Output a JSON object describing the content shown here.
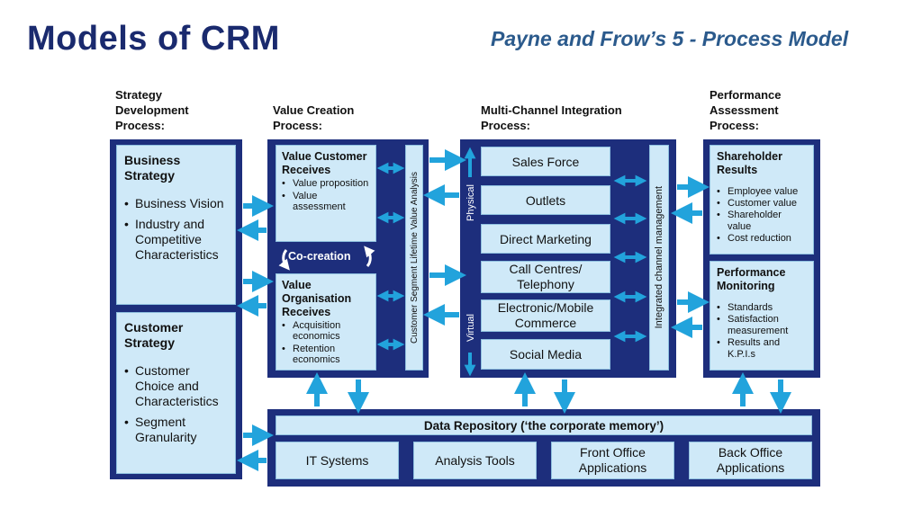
{
  "title": "Models of CRM",
  "subtitle": "Payne and Frow’s 5 - Process Model",
  "columns": {
    "strategy": "Strategy Development Process:",
    "value": "Value Creation Process:",
    "multichannel": "Multi-Channel Integration Process:",
    "performance": "Performance Assessment Process:"
  },
  "business_strategy": {
    "heading": "Business Strategy",
    "items": [
      "Business Vision",
      "Industry and Competitive Characteristics"
    ]
  },
  "customer_strategy": {
    "heading": "Customer Strategy",
    "items": [
      "Customer Choice and Characteristics",
      "Segment Granularity"
    ]
  },
  "value_customer": {
    "heading": "Value Customer Receives",
    "items": [
      "Value proposition",
      "Value assessment"
    ]
  },
  "co_creation": "Co-creation",
  "value_org": {
    "heading": "Value Organisation Receives",
    "items": [
      "Acquisition economics",
      "Retention economics"
    ]
  },
  "cslv": "Customer Segment Lifetime Value Analysis",
  "channels": [
    "Sales Force",
    "Outlets",
    "Direct Marketing",
    "Call Centres/ Telephony",
    "Electronic/Mobile Commerce",
    "Social Media"
  ],
  "physical": "Physical",
  "virtual": "Virtual",
  "icm": "Integrated channel management",
  "shareholder": {
    "heading": "Shareholder Results",
    "items": [
      "Employee value",
      "Customer value",
      "Shareholder value",
      "Cost reduction"
    ]
  },
  "perf_monitoring": {
    "heading": "Performance Monitoring",
    "items": [
      "Standards",
      "Satisfaction measurement",
      "Results and K.P.I.s"
    ]
  },
  "data_repository": {
    "heading": "Data Repository (‘the corporate memory’)",
    "items": [
      "IT Systems",
      "Analysis Tools",
      "Front Office Applications",
      "Back Office Applications"
    ]
  },
  "colors": {
    "navy": "#1d2e7c",
    "light_blue": "#cfe9f8",
    "arrow": "#22a3dc",
    "title": "#1a2a6e",
    "subtitle": "#2b5a8c"
  }
}
